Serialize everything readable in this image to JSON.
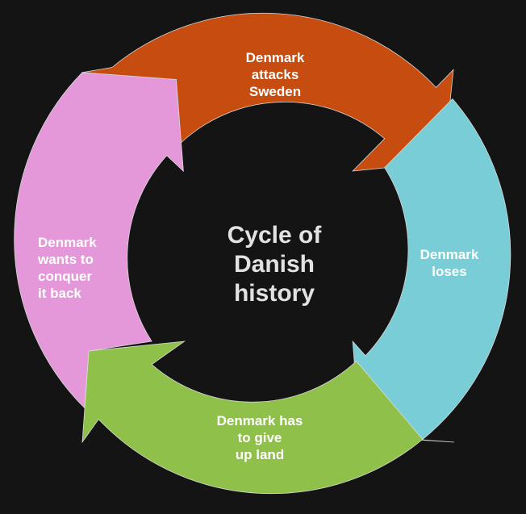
{
  "center_title": "Cycle of\nDanish\nhistory",
  "steps": [
    {
      "label": "Denmark\nattacks\nSweden",
      "color": "#c64d0f"
    },
    {
      "label": "Denmark\nloses",
      "color": "#79cdd6"
    },
    {
      "label": "Denmark has\nto give\nup land",
      "color": "#8fc14a"
    },
    {
      "label": "Denmark\nwants to\nconquer\nit back",
      "color": "#e598d9"
    }
  ]
}
